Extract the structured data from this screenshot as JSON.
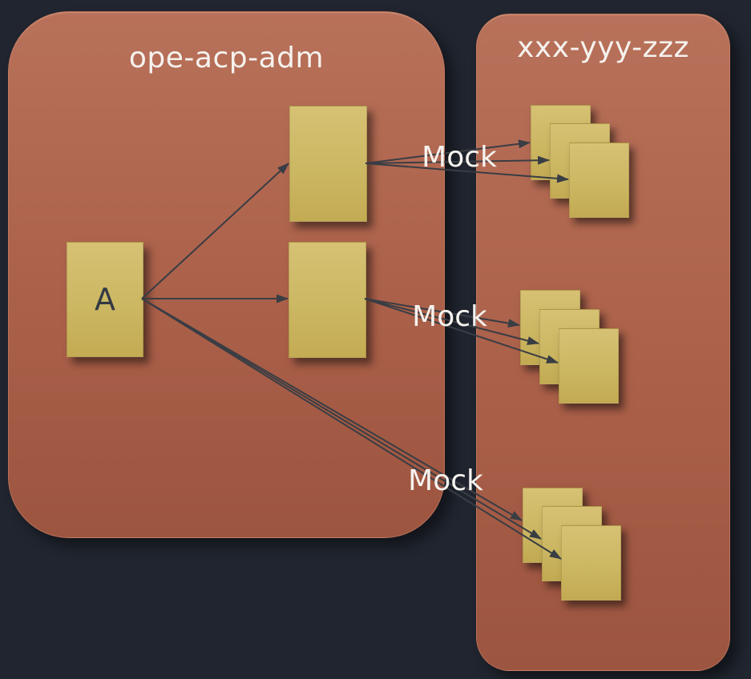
{
  "diagram_type": "component-grouping-diagram",
  "colors": {
    "background": "#20252f",
    "container_fill_top": "#b8715a",
    "container_fill_bottom": "#9c5540",
    "node_fill_top": "#d6c174",
    "node_fill_bottom": "#c3ab53",
    "arrow": "#393d44",
    "title_text": "#f5f2ee",
    "node_label_text": "#333943"
  },
  "containers": [
    {
      "title": "ope-acp-adm"
    },
    {
      "title": "xxx-yyy-zzz"
    }
  ],
  "nodes": [
    {
      "label": "A"
    }
  ],
  "edge_labels": [
    {
      "text": "Mock"
    },
    {
      "text": "Mock"
    },
    {
      "text": "Mock"
    }
  ]
}
